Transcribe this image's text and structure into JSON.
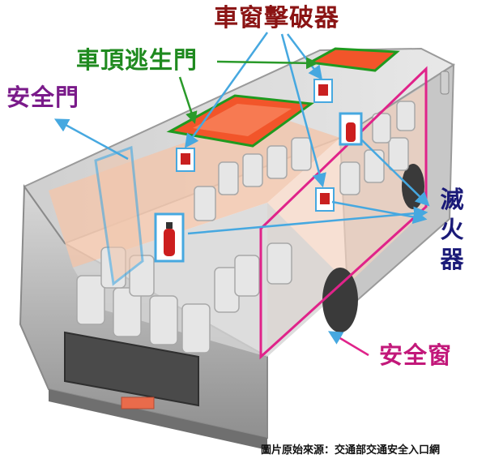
{
  "labels": {
    "window_breaker": "車窗擊破器",
    "roof_hatch": "車頂逃生門",
    "safety_door": "安全門",
    "extinguisher": "滅火器",
    "safety_window": "安全窗"
  },
  "source": "圖片原始來源：交通部交通安全入口網",
  "colors": {
    "window_breaker": "#8b1414",
    "roof_hatch": "#1f8a1f",
    "safety_door": "#7a1a8a",
    "extinguisher": "#1a1a78",
    "safety_window": "#c2187a",
    "callout_arrow": "#46a8e0",
    "bus_body": "#b9b9b9",
    "interior_wall": "#f1c7ae"
  }
}
